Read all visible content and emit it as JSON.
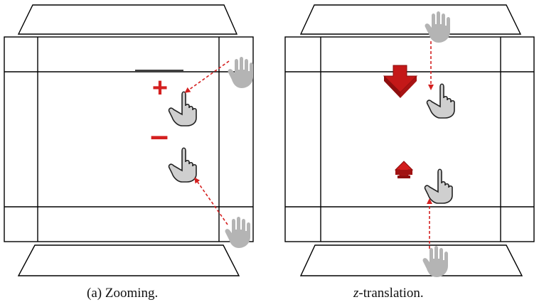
{
  "captions": {
    "a": "(a) Zooming.",
    "b_var": "z",
    "b_rest": "-translation."
  },
  "glyphs": {
    "plus": "+",
    "minus": "–"
  },
  "colors": {
    "frame": "#000000",
    "accent": "#d42020",
    "hand_fill_active": "#cfcfcf",
    "hand_fill_ghost": "#b4b4b4",
    "hand_stroke": "#222222"
  },
  "icons": {
    "active_hand": "pointing-hand-icon",
    "ghost_hand": "hand-icon",
    "arrow_down": "arrow-down-icon",
    "arrow_up": "arrow-up-icon"
  }
}
